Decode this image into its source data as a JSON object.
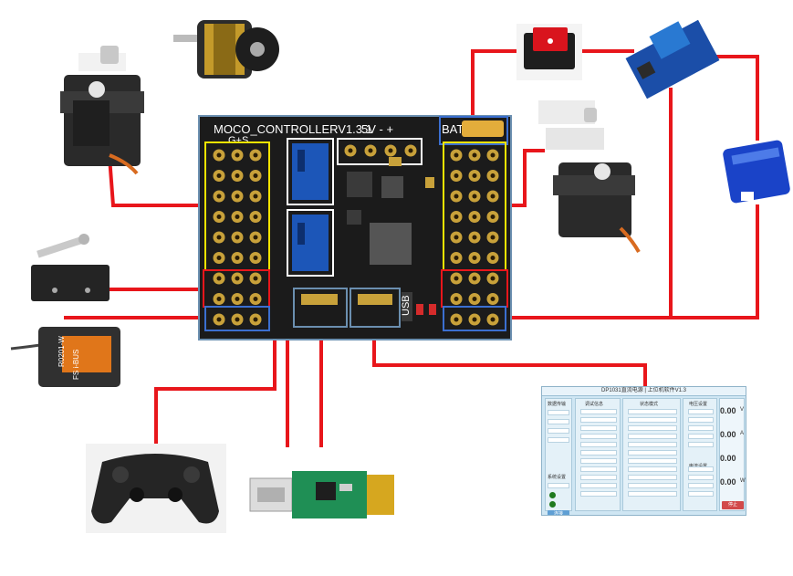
{
  "board": {
    "title": "MOCO_CONTROLLERV1.3.1",
    "label_5v": "5V - +",
    "label_bat": "BAT+",
    "label_gs": "G+S",
    "label_usb": "USB"
  },
  "components": [
    {
      "id": "servo-top-left",
      "kind": "servo"
    },
    {
      "id": "brushless-motor",
      "kind": "motor"
    },
    {
      "id": "rocker-switch",
      "kind": "switch"
    },
    {
      "id": "relay-module",
      "kind": "relay"
    },
    {
      "id": "servo-right",
      "kind": "servo"
    },
    {
      "id": "lipo-battery",
      "kind": "battery"
    },
    {
      "id": "limit-switch",
      "kind": "micro-switch"
    },
    {
      "id": "rc-receiver",
      "kind": "receiver",
      "label": "R0201-W",
      "brand": "FS i-BUS"
    },
    {
      "id": "gamepad",
      "kind": "ps2-controller"
    },
    {
      "id": "usb-ttl",
      "kind": "usb-serial-adapter"
    },
    {
      "id": "pc-software",
      "kind": "software-window"
    }
  ],
  "software": {
    "title": "DP1031直流电源 | 上位机软件V1.3",
    "tab_1": "数据传输",
    "tab_2": "系统设置",
    "section_1": "调试信息",
    "section_2": "状态模式",
    "section_3": "电压设置",
    "section_4": "电流设置",
    "readout_1": "0.00",
    "readout_2": "0.00",
    "readout_3": "0.00",
    "readout_4": "0.00",
    "unit_1": "V",
    "unit_2": "A",
    "unit_3": "W",
    "btn_connect": "连接",
    "btn_stop": "停止"
  },
  "colors": {
    "wire": "#e8161b",
    "board": "#1b1b1b",
    "highlight_yellow": "#f5e400",
    "highlight_blue": "#3b6fd0",
    "pad_gold": "#c8a13a"
  }
}
